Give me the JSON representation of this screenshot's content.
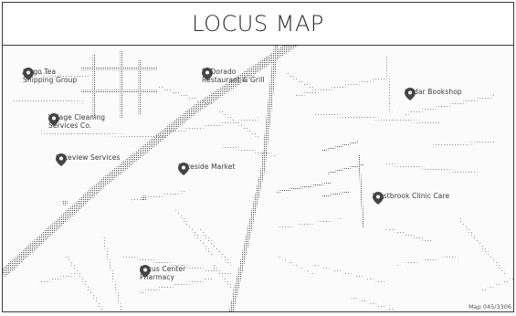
{
  "map": {
    "title": "LOCUS MAP",
    "pois": [
      {
        "name": "Lingo Tea\nShipping Group",
        "icon": "map-pin-icon"
      },
      {
        "name": "El Dorado\nRestaurant & Grill",
        "icon": "map-pin-icon"
      },
      {
        "name": "Cedar Bookshop",
        "icon": "map-pin-icon"
      },
      {
        "name": "Village Cleaning\nServices Co.",
        "icon": "map-pin-icon"
      },
      {
        "name": "Lakeview Services",
        "icon": "map-pin-icon"
      },
      {
        "name": "Lakeside Market",
        "icon": "map-pin-icon"
      },
      {
        "name": "Westbrook Clinic Care",
        "icon": "map-pin-icon"
      },
      {
        "name": "Locus Center\nPharmacy",
        "icon": "map-pin-icon"
      }
    ],
    "map_id": "Map 045/3306"
  }
}
